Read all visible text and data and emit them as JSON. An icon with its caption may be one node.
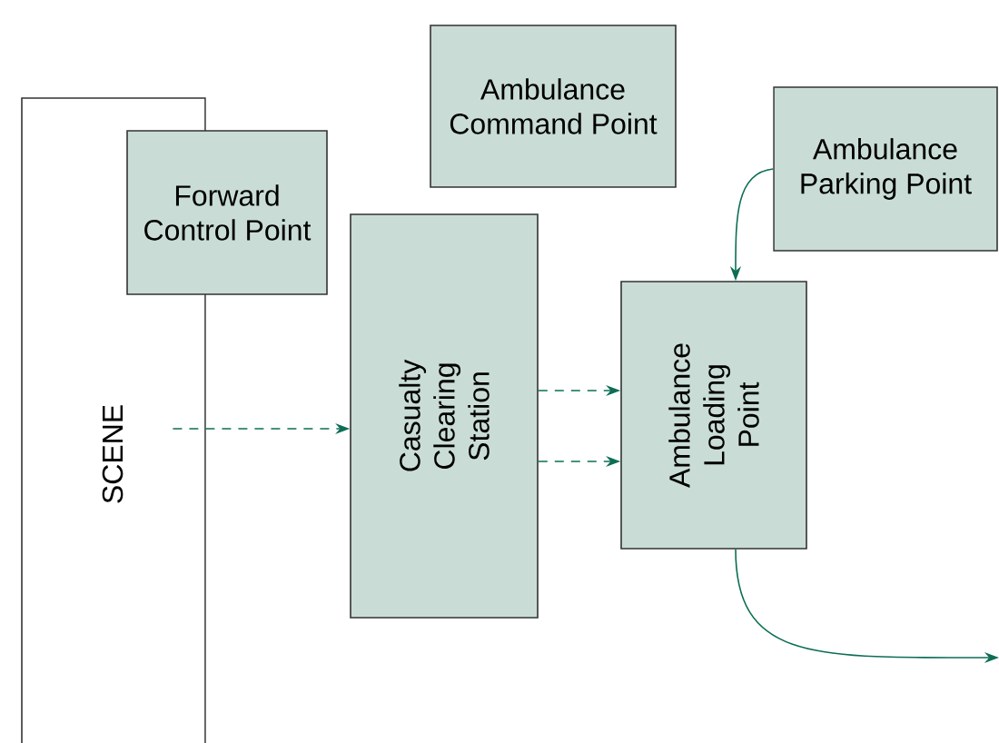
{
  "diagram": {
    "nodes": [
      {
        "text": [
          "SCENE"
        ]
      },
      {
        "text": [
          "Forward Control Point"
        ]
      },
      {
        "text": [
          "Ambulance Command Point"
        ]
      },
      {
        "text": [
          "Ambulance Parking Point"
        ]
      },
      {
        "text": [
          "Casualty Clearing Station"
        ]
      },
      {
        "text": [
          "Ambulance Loading Point"
        ]
      }
    ],
    "edges": [
      {
        "from": 0,
        "to": 4,
        "arrow": "to",
        "style": "dashed"
      },
      {
        "from": 4,
        "to": 5,
        "arrow": "to",
        "style": "dashed"
      },
      {
        "from": 4,
        "to": 5,
        "arrow": "to",
        "style": "dashed"
      },
      {
        "from": 3,
        "to": 5,
        "arrow": "to"
      },
      {
        "from": 5,
        "to": null,
        "arrow": "to"
      }
    ]
  }
}
